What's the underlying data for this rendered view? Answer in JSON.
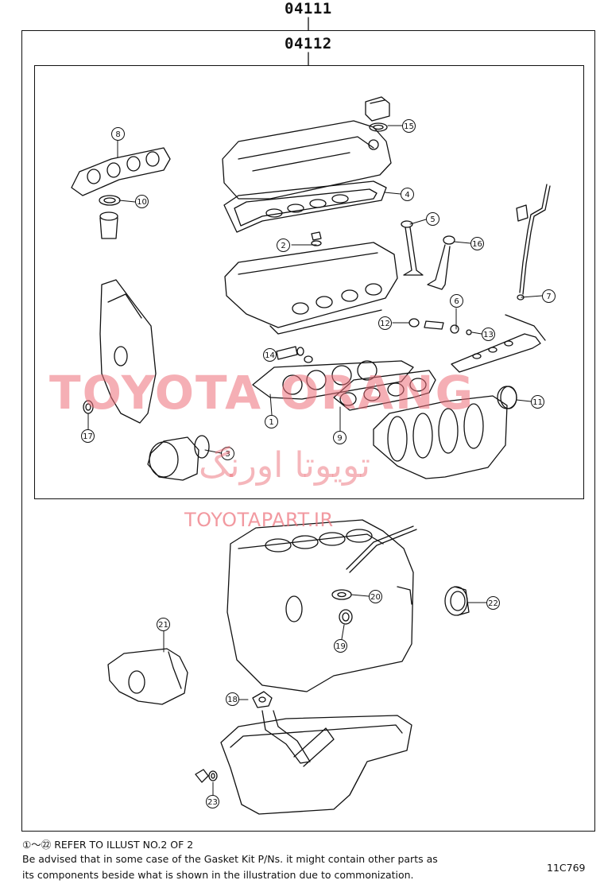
{
  "header": {
    "outer_code": "04111",
    "inner_code": "04112"
  },
  "watermarks": {
    "brand": "TOYOTA ORANG",
    "persian": "تویوتا اورنگ",
    "site": "TOYOTAPART.IR"
  },
  "callouts": [
    "1",
    "2",
    "3",
    "4",
    "5",
    "6",
    "7",
    "8",
    "9",
    "10",
    "11",
    "12",
    "13",
    "14",
    "15",
    "16",
    "17",
    "18",
    "19",
    "20",
    "21",
    "22",
    "23"
  ],
  "footer": {
    "refer_prefix": "①～㉒",
    "refer_text": "REFER TO ILLUST NO.2 OF 2",
    "advisory_line1": "Be advised that in some case of the Gasket Kit P/Ns.  it might contain other parts as",
    "advisory_line2": "its components beside what is shown in the illustration due to commonization.",
    "illustration_code": "11C769"
  },
  "colors": {
    "line": "#111111",
    "watermark": "#ec6e78"
  }
}
